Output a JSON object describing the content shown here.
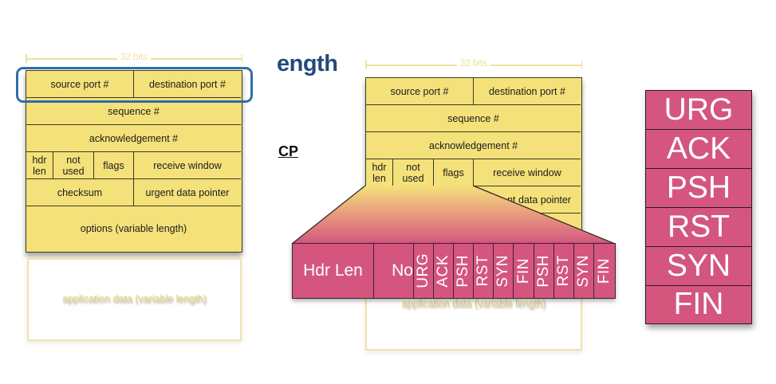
{
  "slide_fragments": {
    "title_fragment": "ength",
    "subtitle_fragment": "CP",
    "title_color": "#22497a"
  },
  "colors": {
    "header_yellow": "#f4e17a",
    "flag_pink": "#d4567f",
    "highlight_blue": "#2f6ea6",
    "ruler_yellow": "#ece19a"
  },
  "left_diagram": {
    "width_label": "32 bits",
    "fields": {
      "source_port": "source port #",
      "destination_port": "destination port #",
      "sequence": "sequence #",
      "acknowledgement": "acknowledgement #",
      "hdr_len": "hdr len",
      "not_used": "not used",
      "flags": "flags",
      "receive_window": "receive window",
      "checksum": "checksum",
      "urgent_pointer": "urgent data pointer",
      "options": "options (variable length)"
    },
    "application_data": "application data (variable length)",
    "highlighted_row": "source port # / destination port #"
  },
  "middle_diagram": {
    "width_label": "32 bits",
    "fields": {
      "source_port": "source port #",
      "destination_port": "destination port #",
      "sequence": "sequence #",
      "acknowledgement": "acknowledgement #",
      "hdr_len": "hdr len",
      "not_used": "not used",
      "flags": "flags",
      "receive_window": "receive window",
      "urgent_pointer_partial": "nt data pointer"
    },
    "application_data": "application data (variable length)",
    "expanded_strip": {
      "hdr_len": "Hdr Len",
      "not_used_partial": "No",
      "flags": [
        "URG",
        "ACK",
        "PSH",
        "RST",
        "SYN",
        "FIN",
        "PSH",
        "RST",
        "SYN",
        "FIN"
      ]
    }
  },
  "flag_column": {
    "flags": [
      "URG",
      "ACK",
      "PSH",
      "RST",
      "SYN",
      "FIN"
    ]
  }
}
